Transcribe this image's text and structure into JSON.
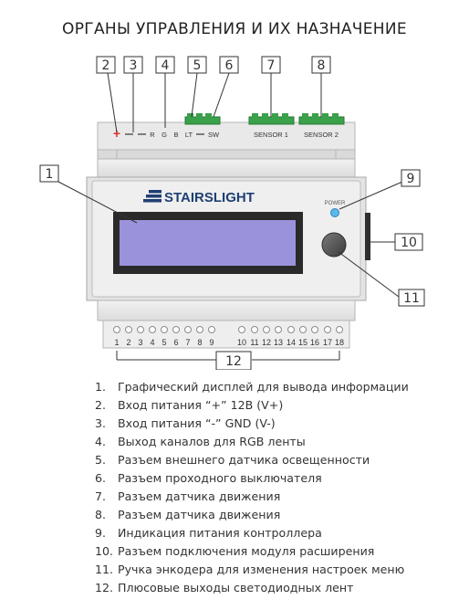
{
  "title": "ОРГАНЫ УПРАВЛЕНИЯ И ИХ НАЗНАЧЕНИЕ",
  "brand": {
    "logo_text": "STAIRSLIGHT",
    "power_label": "POWER"
  },
  "callouts": {
    "c1": "1",
    "c2": "2",
    "c3": "3",
    "c4": "4",
    "c5": "5",
    "c6": "6",
    "c7": "7",
    "c8": "8",
    "c9": "9",
    "c10": "10",
    "c11": "11",
    "c12": "12"
  },
  "top_terminals": {
    "plus": "+",
    "r": "R",
    "g": "G",
    "b": "B",
    "lt": "LT",
    "sw": "SW",
    "sensor1": "SENSOR 1",
    "sensor2": "SENSOR 2"
  },
  "bottom_pins": [
    "1",
    "2",
    "3",
    "4",
    "5",
    "6",
    "7",
    "8",
    "9",
    "10",
    "11",
    "12",
    "13",
    "14",
    "15",
    "16",
    "17",
    "18"
  ],
  "legend": [
    {
      "num": "1.",
      "text": "Графический дисплей для вывода информации"
    },
    {
      "num": "2.",
      "text": "Вход питания “+” 12В (V+)"
    },
    {
      "num": "3.",
      "text": "Вход питания “-”  GND (V-)"
    },
    {
      "num": "4.",
      "text": "Выход каналов для RGB ленты"
    },
    {
      "num": "5.",
      "text": "Разъем внешнего датчика освещенности"
    },
    {
      "num": "6.",
      "text": "Разъем проходного выключателя"
    },
    {
      "num": "7.",
      "text": "Разъем датчика движения"
    },
    {
      "num": "8.",
      "text": "Разъем датчика движения"
    },
    {
      "num": "9.",
      "text": "Индикация питания контроллера"
    },
    {
      "num": "10.",
      "text": "Разъем подключения модуля расширения"
    },
    {
      "num": "11.",
      "text": "Ручка энкодера для изменения настроек меню"
    },
    {
      "num": "12.",
      "text": "Плюсовые выходы светодиодных лент"
    }
  ],
  "colors": {
    "body": "#e4e4e4",
    "panel": "#efefef",
    "display": "#9a93dc",
    "display_frame": "#2a2a2a",
    "terminal_green": "#3aa04a",
    "power_led": "#5ab8ea",
    "plus_red": "#e0312c",
    "logo_blue": "#1f3f73"
  }
}
